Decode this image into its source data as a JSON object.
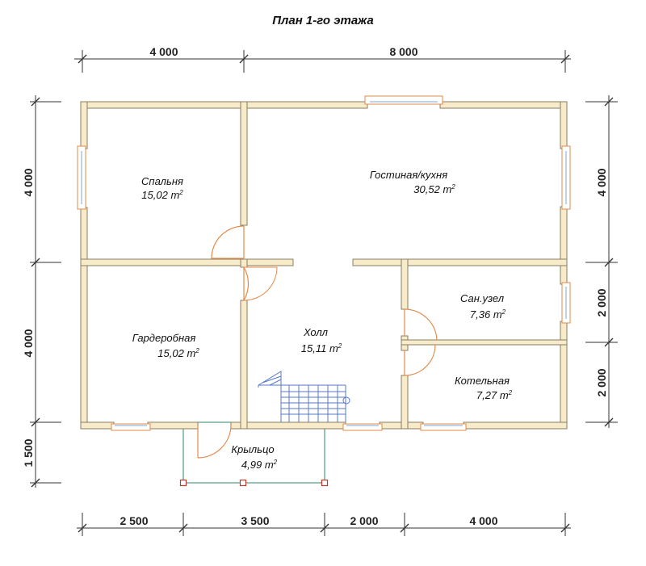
{
  "title": "План 1-го этажа",
  "dimensions": {
    "top": [
      "4 000",
      "8 000"
    ],
    "bottom": [
      "2 500",
      "3 500",
      "2 000",
      "4 000"
    ],
    "left": [
      "4 000",
      "4 000",
      "1 500"
    ],
    "right": [
      "4 000",
      "2 000",
      "2 000"
    ]
  },
  "area_unit": "m",
  "area_exp": "2",
  "rooms": [
    {
      "name": "Спальня",
      "area": "15,02"
    },
    {
      "name": "Гостиная/кухня",
      "area": "30,52"
    },
    {
      "name": "Сан.узел",
      "area": "7,36"
    },
    {
      "name": "Гардеробная",
      "area": "15,02"
    },
    {
      "name": "Холл",
      "area": "15,11"
    },
    {
      "name": "Котельная",
      "area": "7,27"
    },
    {
      "name": "Крыльцо",
      "area": "4,99"
    }
  ],
  "colors": {
    "wall_fill": "#f7ebca",
    "window_frame": "#e38a4a",
    "door_swing": "#e38a4a",
    "stairs": "#5577cc",
    "porch_outline": "#2c8a6a",
    "porch_posts": "#c0392b"
  }
}
